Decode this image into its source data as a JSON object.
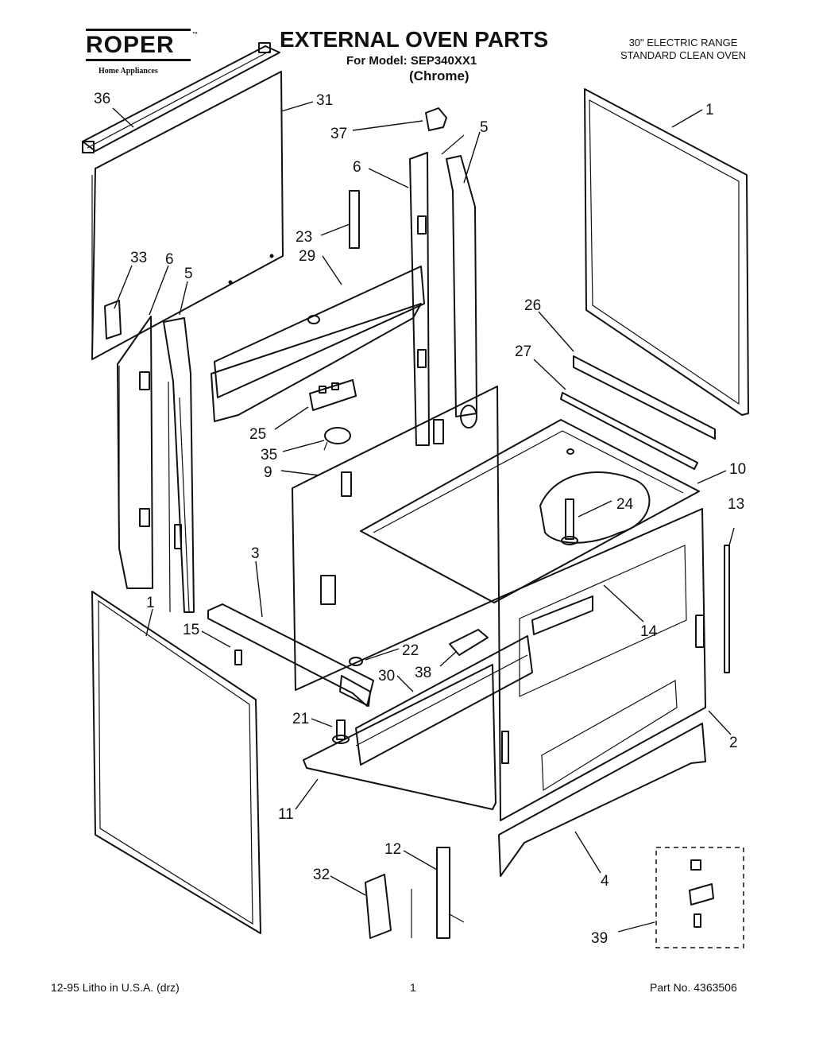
{
  "header": {
    "brand": "ROPER",
    "brand_tm": "™",
    "brand_tagline": "Home Appliances",
    "title": "EXTERNAL OVEN PARTS",
    "model_line": "For Model: SEP340XX1",
    "finish": "(Chrome)",
    "range_type": "30\" ELECTRIC RANGE",
    "oven_type": "STANDARD CLEAN OVEN"
  },
  "callouts": [
    "1",
    "1",
    "2",
    "3",
    "4",
    "5",
    "5",
    "6",
    "6",
    "9",
    "10",
    "11",
    "12",
    "13",
    "14",
    "15",
    "21",
    "22",
    "23",
    "24",
    "25",
    "26",
    "27",
    "29",
    "30",
    "31",
    "32",
    "33",
    "35",
    "36",
    "37",
    "38",
    "39"
  ],
  "footer": {
    "print_info": "12-95 Litho in U.S.A. (drz)",
    "page_number": "1",
    "part_number": "Part No. 4363506"
  }
}
